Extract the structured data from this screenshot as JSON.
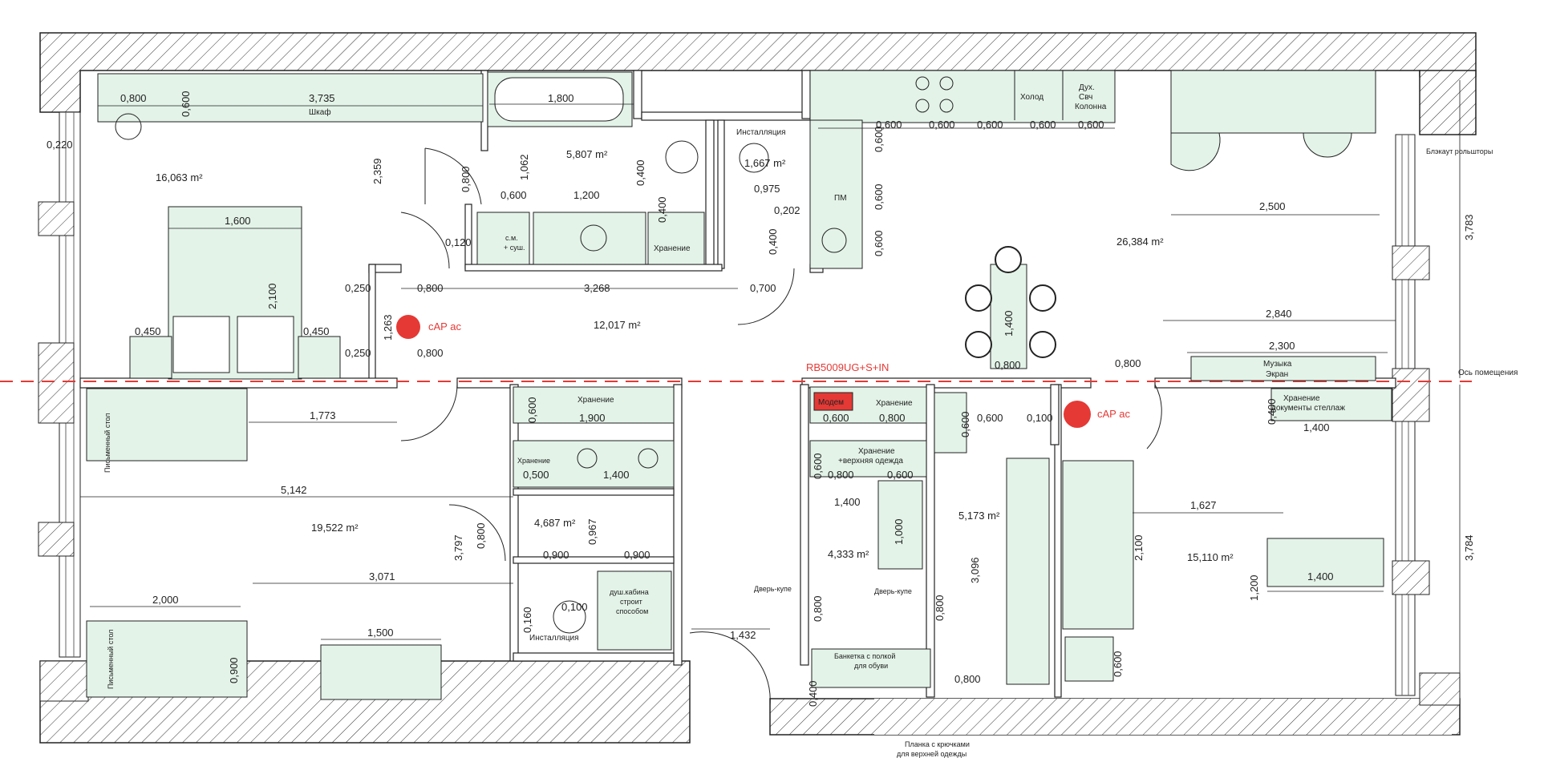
{
  "areas": {
    "bedroom": "16,063 m²",
    "bathroom": "5,807 m²",
    "wc_small": "1,667 m²",
    "hall": "12,017 m²",
    "living_kitchen": "26,384 m²",
    "children_room": "19,522 m²",
    "bathroom2": "4,687 m²",
    "entrance": "4,333 m²",
    "wardrobe": "5,173 m²",
    "cabinet": "15,110 m²"
  },
  "labels": {
    "wardrobe_shelf": "Шкаф",
    "installation1": "Инсталляция",
    "installation2": "Инсталляция",
    "fridge": "Холод",
    "oven": [
      "Дух.",
      "Свч",
      "Колонна"
    ],
    "dishwasher": "ПМ",
    "washer": [
      "с.м.",
      "+ суш."
    ],
    "storage_bath": "Хранение",
    "storage_hall": "Хранение",
    "storage_bath2": "Хранение",
    "storage_entrance": "Хранение",
    "storage_coats": [
      "Хранение",
      "+верхняя одежда"
    ],
    "shower": [
      "душ.кабина",
      "строит",
      "способом"
    ],
    "desk1": "Письменный стол",
    "desk2": "Письменный стол",
    "music": [
      "Музыка",
      "Экран"
    ],
    "documents": [
      "Хранение",
      "документы стеллаж"
    ],
    "door_coupe1": "Дверь-купе",
    "door_coupe2": "Дверь-купе",
    "bench": [
      "Банкетка с полкой",
      "для обуви"
    ],
    "hooks": [
      "Планка с крючками",
      "для верхней одежды"
    ],
    "blackout": "Блэкаут рольшторы",
    "axis": "Ось помещения",
    "ac1": "cAP ac",
    "ac2": "cAP ac",
    "router": "RB5009UG+S+IN",
    "modem": "Модем"
  },
  "dimensions": {
    "d0800a": "0,800",
    "d0600a": "0,600",
    "d3735": "3,735",
    "d1800": "1,800",
    "d0220": "0,220",
    "d2359": "2,359",
    "d0800b": "0,800",
    "d1062": "1,062",
    "d0600b": "0,600",
    "d1200a": "1,200",
    "d0400a": "0,400",
    "d0400b": "0,400",
    "d0975": "0,975",
    "d0202": "0,202",
    "d0400c": "0,400",
    "k0600a": "0,600",
    "k0600b": "0,600",
    "k0600c": "0,600",
    "k0600d": "0,600",
    "k0600e": "0,600",
    "k0600f": "0,600",
    "k0600g": "0,600",
    "k0600h": "0,600",
    "d2500": "2,500",
    "d3783": "3,783",
    "d1600": "1,600",
    "d2100a": "2,100",
    "d0450a": "0,450",
    "d0450b": "0,450",
    "d0120": "0,120",
    "d0250a": "0,250",
    "d0800c": "0,800",
    "d3268": "3,268",
    "d0700": "0,700",
    "d1263": "1,263",
    "d0250b": "0,250",
    "d0800d": "0,800",
    "d1400a": "1,400",
    "d0800e": "0,800",
    "d2840": "2,840",
    "d2300": "2,300",
    "d0800f": "0,800",
    "d1773": "1,773",
    "d0600c": "0,600",
    "d1900": "1,900",
    "d0500": "0,500",
    "d1400b": "1,400",
    "d0600d": "0,600",
    "d0800g": "0,800",
    "d0600e": "0,600",
    "d0800h": "0,800",
    "d0600f": "0,600",
    "d0100a": "0,100",
    "d0400d": "0,400",
    "d1400c": "1,400",
    "d5142": "5,142",
    "d0800i": "0,800",
    "d0967": "0,967",
    "d1400d": "1,400",
    "d1000": "1,000",
    "d3096": "3,096",
    "d1627": "1,627",
    "d2100b": "2,100",
    "d3784": "3,784",
    "d3797": "3,797",
    "d0900a": "0,900",
    "d0900b": "0,900",
    "d3071": "3,071",
    "d0100b": "0,100",
    "d0160": "0,160",
    "d2000": "2,000",
    "d1500": "1,500",
    "d0900c": "0,900",
    "d1432": "1,432",
    "d0800j": "0,800",
    "d0800k": "0,800",
    "d1200b": "1,200",
    "d1400e": "1,400",
    "d0600g": "0,600",
    "d0800l": "0,800",
    "d0400e": "0,400"
  },
  "colors": {
    "furniture_fill": "#e3f3e8",
    "wall_hatch": "#555555",
    "accent_red": "#e53935",
    "line": "#222222"
  }
}
